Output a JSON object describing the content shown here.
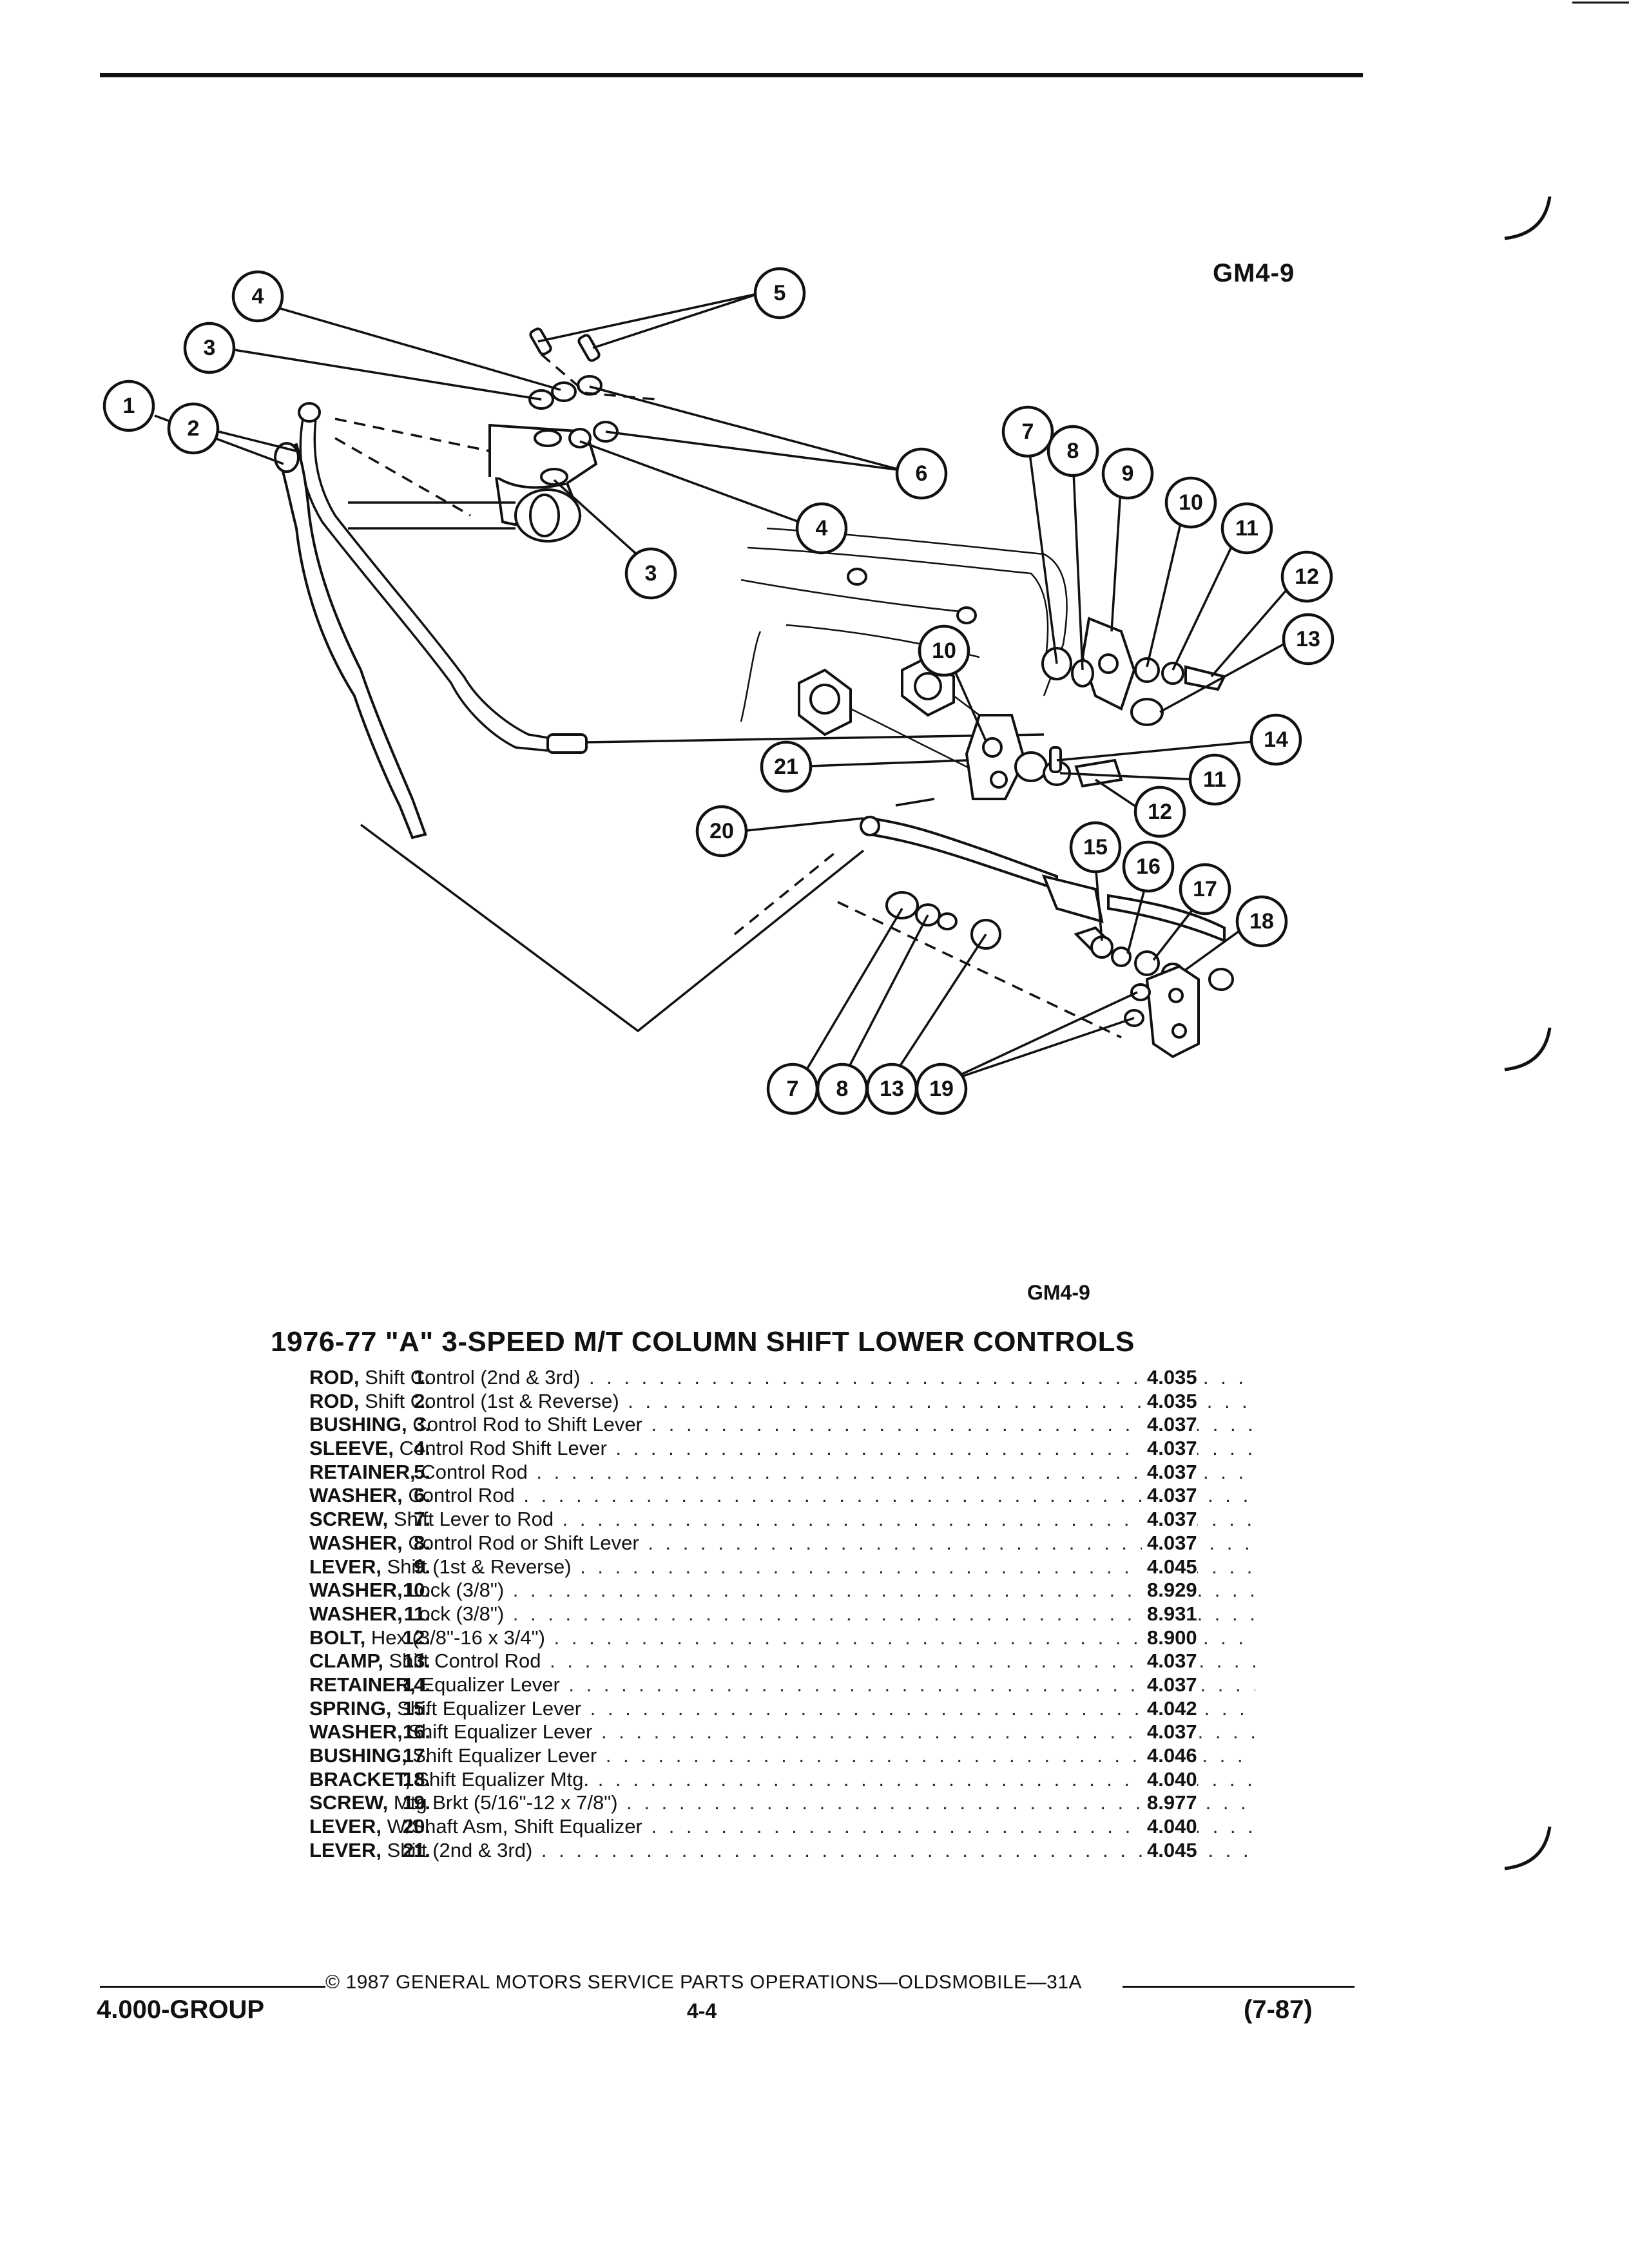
{
  "figure_code": "GM4-9",
  "callouts": [
    {
      "n": "1"
    },
    {
      "n": "2"
    },
    {
      "n": "3"
    },
    {
      "n": "4"
    },
    {
      "n": "5"
    },
    {
      "n": "3"
    },
    {
      "n": "4"
    },
    {
      "n": "6"
    },
    {
      "n": "7"
    },
    {
      "n": "8"
    },
    {
      "n": "9"
    },
    {
      "n": "10"
    },
    {
      "n": "11"
    },
    {
      "n": "12"
    },
    {
      "n": "13"
    },
    {
      "n": "14"
    },
    {
      "n": "10"
    },
    {
      "n": "21"
    },
    {
      "n": "11"
    },
    {
      "n": "12"
    },
    {
      "n": "20"
    },
    {
      "n": "15"
    },
    {
      "n": "16"
    },
    {
      "n": "17"
    },
    {
      "n": "18"
    },
    {
      "n": "7"
    },
    {
      "n": "8"
    },
    {
      "n": "13"
    },
    {
      "n": "19"
    }
  ],
  "list_title": "1976-77 \"A\" 3-SPEED M/T COLUMN SHIFT LOWER CONTROLS",
  "parts": [
    {
      "num": "1.",
      "name": "ROD,",
      "desc": "Shift Control (2nd & 3rd)",
      "ref": "4.035"
    },
    {
      "num": "2.",
      "name": "ROD,",
      "desc": "Shift Control (1st & Reverse)",
      "ref": "4.035"
    },
    {
      "num": "3.",
      "name": "BUSHING,",
      "desc": "Control Rod to Shift Lever",
      "ref": "4.037"
    },
    {
      "num": "4.",
      "name": "SLEEVE,",
      "desc": "Control Rod Shift Lever",
      "ref": "4.037"
    },
    {
      "num": "5.",
      "name": "RETAINER,",
      "desc": "Control Rod",
      "ref": "4.037"
    },
    {
      "num": "6.",
      "name": "WASHER,",
      "desc": "Control Rod",
      "ref": "4.037"
    },
    {
      "num": "7.",
      "name": "SCREW,",
      "desc": "Shift Lever to Rod",
      "ref": "4.037"
    },
    {
      "num": "8.",
      "name": "WASHER,",
      "desc": "Control Rod or Shift Lever",
      "ref": "4.037"
    },
    {
      "num": "9.",
      "name": "LEVER,",
      "desc": "Shift (1st & Reverse)",
      "ref": "4.045"
    },
    {
      "num": "10.",
      "name": "WASHER,",
      "desc": "Lock (3/8\")",
      "ref": "8.929"
    },
    {
      "num": "11.",
      "name": "WASHER,",
      "desc": "Lock (3/8\")",
      "ref": "8.931"
    },
    {
      "num": "12.",
      "name": "BOLT,",
      "desc": "Hex (3/8\"-16 x 3/4\")",
      "ref": "8.900"
    },
    {
      "num": "13.",
      "name": "CLAMP,",
      "desc": "Shift Control Rod",
      "ref": "4.037"
    },
    {
      "num": "14.",
      "name": "RETAINER,",
      "desc": "Equalizer Lever",
      "ref": "4.037"
    },
    {
      "num": "15.",
      "name": "SPRING,",
      "desc": "Shift Equalizer Lever",
      "ref": "4.042"
    },
    {
      "num": "16.",
      "name": "WASHER,",
      "desc": "Shift Equalizer Lever",
      "ref": "4.037"
    },
    {
      "num": "17.",
      "name": "BUSHING,",
      "desc": "Shift Equalizer Lever",
      "ref": "4.046"
    },
    {
      "num": "18.",
      "name": "BRACKET,",
      "desc": "Shift Equalizer Mtg.",
      "ref": "4.040"
    },
    {
      "num": "19.",
      "name": "SCREW,",
      "desc": "Mtg Brkt (5/16\"-12 x 7/8\")",
      "ref": "8.977"
    },
    {
      "num": "20.",
      "name": "LEVER,",
      "desc": "W/Shaft Asm, Shift Equalizer",
      "ref": "4.040"
    },
    {
      "num": "21.",
      "name": "LEVER,",
      "desc": "Shift (2nd & 3rd)",
      "ref": "4.045"
    }
  ],
  "footer": {
    "copyright": "© 1987 GENERAL MOTORS SERVICE PARTS OPERATIONS—OLDSMOBILE—31A",
    "group": "4.000-GROUP",
    "page": "4-4",
    "date": "(7-87)"
  }
}
